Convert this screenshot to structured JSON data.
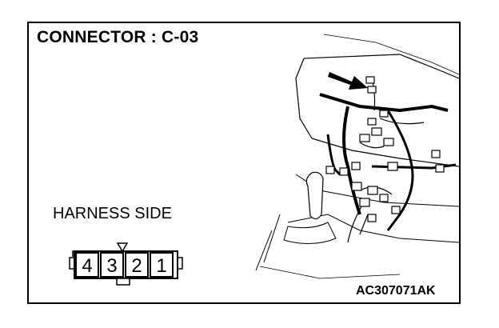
{
  "title": "CONNECTOR : C-03",
  "harness_label": "HARNESS SIDE",
  "pins": [
    "4",
    "3",
    "2",
    "1"
  ],
  "figure_code": "AC307071AK",
  "icons": {
    "arrow": "arrow-pointer-icon",
    "orientation": "triangle-marker-icon"
  },
  "colors": {
    "line": "#000000",
    "background": "#ffffff"
  }
}
